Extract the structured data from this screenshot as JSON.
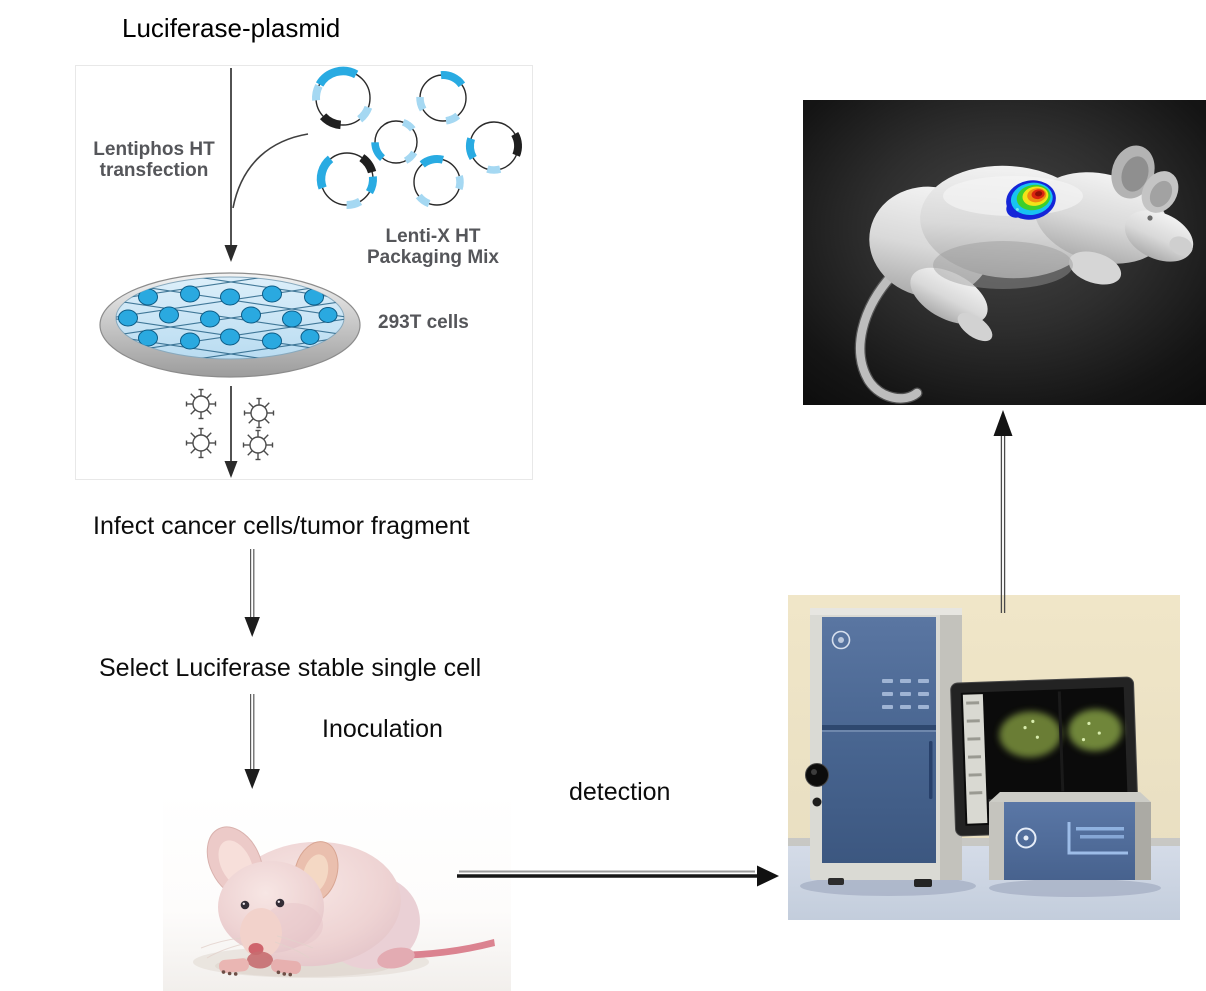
{
  "title": "Luciferase-plasmid",
  "figure": {
    "transfection_line1": "Lentiphos HT",
    "transfection_line2": "transfection",
    "packaging_line1": "Lenti-X HT",
    "packaging_line2": "Packaging Mix",
    "cells_label": "293T cells"
  },
  "steps": {
    "infect": "Infect cancer cells/tumor fragment",
    "select": "Select Luciferase stable single cell",
    "inoculation": "Inoculation",
    "detection": "detection"
  },
  "colors": {
    "plasmid_blue": "#29abe2",
    "plasmid_light_blue": "#a5d8f2",
    "plasmid_black": "#1f1f1f",
    "figure_label_gray": "#55565a",
    "machine_panel_blue": "#47648f",
    "machine_background_beige": "#ece2c4",
    "machine_floor_blue": "#ccd5e4",
    "heatmap_scale": [
      "#1525d8",
      "#18c3f2",
      "#3ecf2c",
      "#f2e318",
      "#f08c12",
      "#da2410",
      "#8f0d06"
    ]
  }
}
